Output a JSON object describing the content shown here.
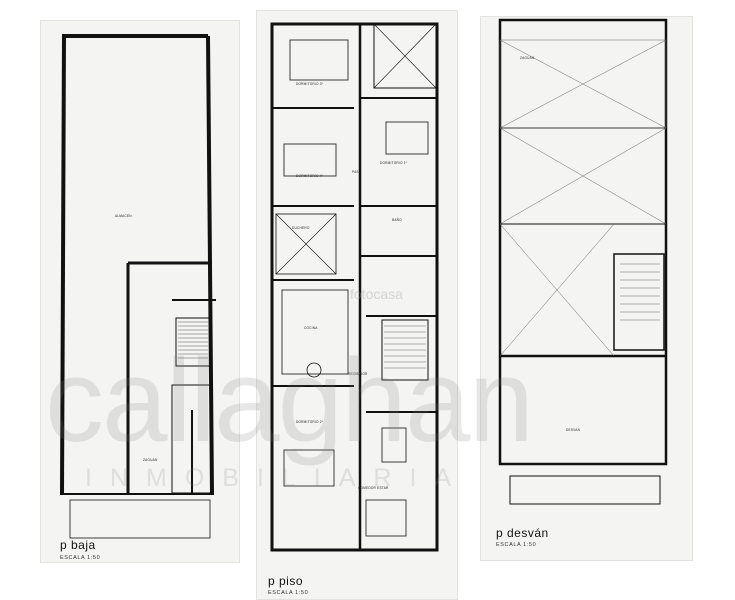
{
  "sheets": {
    "baja": {
      "title": "p baja",
      "scale": "ESCALA 1:50",
      "rooms": {
        "almacen": "ALMACEN",
        "zaguan": "ZAGUAN"
      }
    },
    "piso": {
      "title": "p piso",
      "scale": "ESCALA 1:50",
      "rooms": {
        "dormitorio_3": "DORMITORIO 3º",
        "dormitorio_4": "DORMITORIO 4º",
        "dormitorio_2": "DORMITORIO 2º",
        "dormitorio_1": "DORMITORIO 1º",
        "bano": "BAÑO",
        "cocina": "COCINA",
        "recibidor": "RECIBIDOR",
        "comedor_estar": "COMEDOR ESTAR",
        "pas": "PAS",
        "duchero": "DUCHERO"
      }
    },
    "desvan": {
      "title": "p desván",
      "scale": "ESCALA 1:50",
      "rooms": {
        "zaguan": "ZAGUAN",
        "desvan": "DESVAN"
      }
    }
  },
  "watermark": {
    "main": "callaghan",
    "sub": "INMOBILIARIA",
    "mid": "fotocasa"
  }
}
